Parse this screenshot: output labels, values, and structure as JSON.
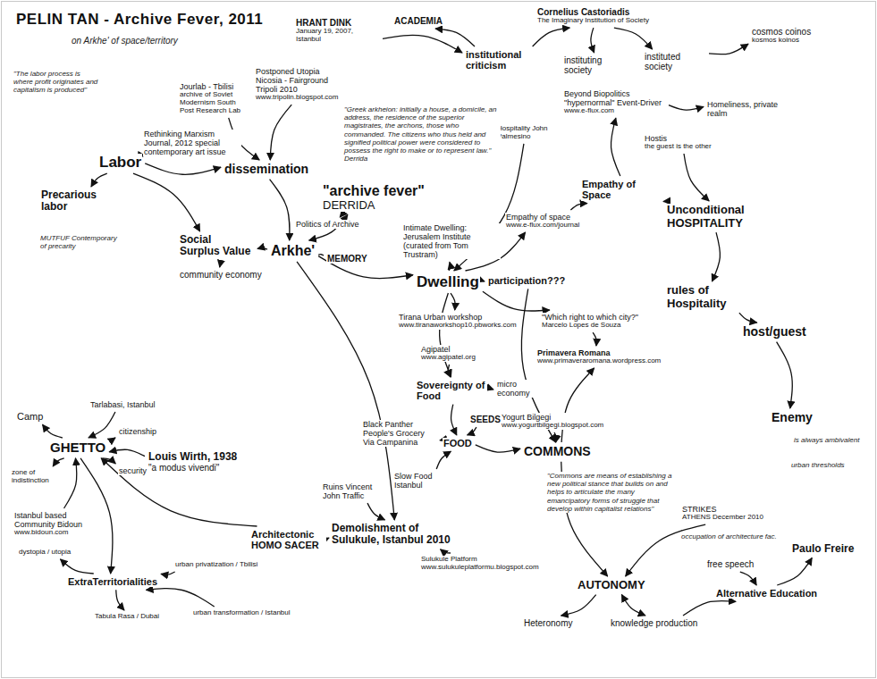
{
  "diagram": {
    "title": "PELIN TAN - Archive Fever, 2011",
    "nodes": [
      {
        "text": [
          "Labor"
        ]
      },
      {
        "text": [
          "Precarious labor"
        ]
      },
      {
        "text": [
          "Rethinking Marxism Journal, 2012 special contemporary art issue"
        ]
      },
      {
        "text": [
          "Jourlab - Tbilisi",
          "archive of Soviet Modernism South Post Research Lab"
        ]
      },
      {
        "text": [
          "dissemination"
        ]
      },
      {
        "text": [
          "Postponed Utopia Nicosia - Fairground Tripoli 2010",
          "www.tripolin.blogspot.com"
        ]
      },
      {
        "text": [
          "HRANT DINK",
          "January 19, 2007, Istanbul"
        ]
      },
      {
        "text": [
          "ACADEMIA"
        ]
      },
      {
        "text": [
          "institutional criticism"
        ]
      },
      {
        "text": [
          "Cornelius Castoriadis",
          "The Imaginary Institution of Society"
        ]
      },
      {
        "text": [
          "instituting society"
        ]
      },
      {
        "text": [
          "instituted society"
        ]
      },
      {
        "text": [
          "cosmos coinos",
          "kosmos koinos"
        ]
      },
      {
        "text": [
          "Beyond Biopolitics \"hypernormal\" Event-Driver",
          "www.e-flux.com"
        ]
      },
      {
        "text": [
          "Homeliness, private realm"
        ]
      },
      {
        "text": [
          "\"archive fever\"",
          "DERRIDA"
        ]
      },
      {
        "text": [
          "Politics of Archive"
        ]
      },
      {
        "text": [
          "Arkhe'"
        ]
      },
      {
        "text": [
          "MEMORY"
        ]
      },
      {
        "text": [
          "Social Surplus Value"
        ]
      },
      {
        "text": [
          "community economy"
        ]
      },
      {
        "text": [
          "Intimate Dwelling: Jerusalem Institute (curated from Tom Trustram)"
        ]
      },
      {
        "text": [
          "Hospitality John Palmesino"
        ]
      },
      {
        "text": [
          "Dwelling"
        ]
      },
      {
        "text": [
          "Tirana Urban workshop",
          "www.tiranaworkshop10.pbworks.com"
        ]
      },
      {
        "text": [
          "participation???"
        ]
      },
      {
        "text": [
          "\"Which right to which city?\"",
          "Marcelo Lopes de Souza"
        ]
      },
      {
        "text": [
          "Primavera Romana",
          "www.primaveraromana.wordpress.com"
        ]
      },
      {
        "text": [
          "Empathy of space",
          "www.e-flux.com/journal"
        ]
      },
      {
        "text": [
          "Empathy of Space"
        ]
      },
      {
        "text": [
          "Hostis",
          "the guest is the other"
        ]
      },
      {
        "text": [
          "Unconditional HOSPITALITY"
        ]
      },
      {
        "text": [
          "rules of Hospitality"
        ]
      },
      {
        "text": [
          "host/guest"
        ]
      },
      {
        "text": [
          "Enemy"
        ]
      },
      {
        "text": [
          "Sovereignty of Food"
        ]
      },
      {
        "text": [
          "micro economy"
        ]
      },
      {
        "text": [
          "Agipatel",
          "www.agipatel.org"
        ]
      },
      {
        "text": [
          "SEEDS"
        ]
      },
      {
        "text": [
          "FOOD"
        ]
      },
      {
        "text": [
          "Yogurt Bilgegi",
          "www.yogurtbilgegi.blogspot.com"
        ]
      },
      {
        "text": [
          "COMMONS"
        ]
      },
      {
        "text": [
          "Black Panther People's Grocery Via Campanina"
        ]
      },
      {
        "text": [
          "Slow Food Istanbul"
        ]
      },
      {
        "text": [
          "Demolishment of Sulukule, Istanbul 2010"
        ]
      },
      {
        "text": [
          "Sulukule Platform",
          "www.sulukuleplatformu.blogspot.com"
        ]
      },
      {
        "text": [
          "Architectonic HOMO SACER"
        ]
      },
      {
        "text": [
          "Ruins Vincent John Traffic"
        ]
      },
      {
        "text": [
          "Louis Wirth, 1938",
          "\"a modus vivendi\""
        ]
      },
      {
        "text": [
          "GHETTO"
        ]
      },
      {
        "text": [
          "Camp"
        ]
      },
      {
        "text": [
          "citizenship"
        ]
      },
      {
        "text": [
          "security"
        ]
      },
      {
        "text": [
          "zone of indistinction"
        ]
      },
      {
        "text": [
          "Istanbul based Community Bidoun",
          "www.bidoun.com"
        ]
      },
      {
        "text": [
          "dystopia / utopia"
        ]
      },
      {
        "text": [
          "ExtraTerritorialities"
        ]
      },
      {
        "text": [
          "Tabula Rasa / Dubai"
        ]
      },
      {
        "text": [
          "urban transformation / Istanbul"
        ]
      },
      {
        "text": [
          "urban privatization / Tbilisi"
        ]
      },
      {
        "text": [
          "AUTONOMY"
        ]
      },
      {
        "text": [
          "Heteronomy"
        ]
      },
      {
        "text": [
          "knowledge production"
        ]
      },
      {
        "text": [
          "STRIKES",
          "ATHENS December 2010"
        ]
      },
      {
        "text": [
          "free speech"
        ]
      },
      {
        "text": [
          "Alternative Education"
        ]
      },
      {
        "text": [
          "Paulo Freire"
        ]
      },
      {
        "text": [
          "Tarlabasi, Istanbul"
        ]
      }
    ],
    "edges": [
      {
        "from": 0,
        "to": 1,
        "arrow": "to"
      },
      {
        "from": 0,
        "to": 19,
        "arrow": "to"
      },
      {
        "from": 0,
        "to": 4,
        "arrow": "to"
      },
      {
        "from": 2,
        "to": 0,
        "arrow": "to"
      },
      {
        "from": 3,
        "to": 4,
        "arrow": "to"
      },
      {
        "from": 4,
        "to": 17,
        "arrow": "to"
      },
      {
        "from": 5,
        "to": 4,
        "arrow": "to"
      },
      {
        "from": 15,
        "to": 17,
        "arrow": "both"
      },
      {
        "from": 15,
        "to": 16,
        "arrow": "to"
      },
      {
        "from": 17,
        "to": 18,
        "arrow": "none"
      },
      {
        "from": 17,
        "to": 19,
        "arrow": "to"
      },
      {
        "from": 19,
        "to": 20,
        "arrow": "to"
      },
      {
        "from": 17,
        "to": 23,
        "arrow": "to"
      },
      {
        "from": 23,
        "to": 25,
        "arrow": "to"
      },
      {
        "from": 23,
        "to": 21,
        "arrow": "to"
      },
      {
        "from": 23,
        "to": 24,
        "arrow": "to"
      },
      {
        "from": 23,
        "to": 28,
        "arrow": "to"
      },
      {
        "from": 28,
        "to": 29,
        "arrow": "to"
      },
      {
        "from": 29,
        "to": 31,
        "arrow": "to"
      },
      {
        "from": 29,
        "to": 13,
        "arrow": "to"
      },
      {
        "from": 13,
        "to": 14,
        "arrow": "to"
      },
      {
        "from": 6,
        "to": 8,
        "arrow": "to"
      },
      {
        "from": 8,
        "to": 7,
        "arrow": "to"
      },
      {
        "from": 8,
        "to": 9,
        "arrow": "to"
      },
      {
        "from": 9,
        "to": 10,
        "arrow": "to"
      },
      {
        "from": 9,
        "to": 11,
        "arrow": "to"
      },
      {
        "from": 11,
        "to": 12,
        "arrow": "to"
      },
      {
        "from": 22,
        "to": 23,
        "arrow": "to"
      },
      {
        "from": 30,
        "to": 31,
        "arrow": "to"
      },
      {
        "from": 31,
        "to": 32,
        "arrow": "to"
      },
      {
        "from": 32,
        "to": 33,
        "arrow": "to"
      },
      {
        "from": 33,
        "to": 34,
        "arrow": "to"
      },
      {
        "from": 23,
        "to": 26,
        "arrow": "to"
      },
      {
        "from": 26,
        "to": 27,
        "arrow": "to"
      },
      {
        "from": 35,
        "to": 39,
        "arrow": "to"
      },
      {
        "from": 35,
        "to": 36,
        "arrow": "to"
      },
      {
        "from": 37,
        "to": 35,
        "arrow": "to"
      },
      {
        "from": 38,
        "to": 39,
        "arrow": "to"
      },
      {
        "from": 39,
        "to": 41,
        "arrow": "to"
      },
      {
        "from": 40,
        "to": 41,
        "arrow": "to"
      },
      {
        "from": 42,
        "to": 39,
        "arrow": "to"
      },
      {
        "from": 43,
        "to": 39,
        "arrow": "to"
      },
      {
        "from": 41,
        "to": 60,
        "arrow": "to"
      },
      {
        "from": 41,
        "to": 27,
        "arrow": "to"
      },
      {
        "from": 44,
        "to": 46,
        "arrow": "to"
      },
      {
        "from": 45,
        "to": 44,
        "arrow": "to"
      },
      {
        "from": 47,
        "to": 44,
        "arrow": "to"
      },
      {
        "from": 46,
        "to": 49,
        "arrow": "to"
      },
      {
        "from": 48,
        "to": 49,
        "arrow": "to"
      },
      {
        "from": 49,
        "to": 50,
        "arrow": "to"
      },
      {
        "from": 49,
        "to": 51,
        "arrow": "to"
      },
      {
        "from": 49,
        "to": 52,
        "arrow": "to"
      },
      {
        "from": 49,
        "to": 53,
        "arrow": "to"
      },
      {
        "from": 49,
        "to": 56,
        "arrow": "to"
      },
      {
        "from": 54,
        "to": 49,
        "arrow": "to"
      },
      {
        "from": 56,
        "to": 55,
        "arrow": "to"
      },
      {
        "from": 56,
        "to": 57,
        "arrow": "to"
      },
      {
        "from": 59,
        "to": 56,
        "arrow": "to"
      },
      {
        "from": 58,
        "to": 56,
        "arrow": "to"
      },
      {
        "from": 60,
        "to": 61,
        "arrow": "to"
      },
      {
        "from": 60,
        "to": 62,
        "arrow": "both"
      },
      {
        "from": 62,
        "to": 65,
        "arrow": "to"
      },
      {
        "from": 63,
        "to": 60,
        "arrow": "to"
      },
      {
        "from": 64,
        "to": 65,
        "arrow": "to"
      },
      {
        "from": 65,
        "to": 66,
        "arrow": "to"
      },
      {
        "from": 67,
        "to": 49,
        "arrow": "to"
      },
      {
        "from": 23,
        "to": 35,
        "arrow": "to"
      },
      {
        "from": 17,
        "to": 44,
        "arrow": "to"
      },
      {
        "from": 25,
        "to": 41,
        "arrow": "to"
      }
    ],
    "labels": [
      "on Arkhe' of space/territory",
      "\"The labor process is where profit originates and capitalism is produced\"",
      "\"Greek arkheion: initially a house, a domicile, an address, the residence of the superior magistrates, the archons, those who commanded. The citizens who thus held and signified political power were considered to possess the right to make or to represent law.\" Derrida",
      "\"Commons are means of establishing a new political stance that builds on and helps to articulate the many emancipatory forms of struggle that develop within capitalist relations\"",
      "is always ambivalent",
      "urban thresholds",
      "occupation of architecture fac.",
      "MUTFUF Contemporary of precarity"
    ]
  }
}
